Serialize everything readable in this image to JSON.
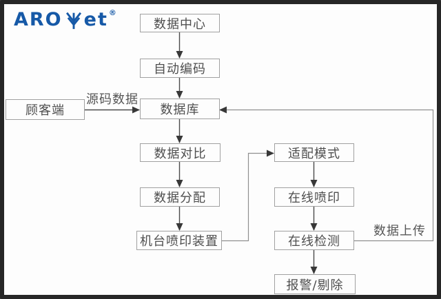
{
  "logo": {
    "part1": "ARO",
    "part2": "et",
    "registered": "®"
  },
  "nodes": [
    {
      "id": "data-center",
      "label": "数据中心"
    },
    {
      "id": "auto-encoding",
      "label": "自动编码"
    },
    {
      "id": "customer-side",
      "label": "顾客端"
    },
    {
      "id": "database",
      "label": "数据库"
    },
    {
      "id": "data-comparison",
      "label": "数据对比"
    },
    {
      "id": "data-distribution",
      "label": "数据分配"
    },
    {
      "id": "machine-print-device",
      "label": "机台喷印装置"
    },
    {
      "id": "adaptation-mode",
      "label": "适配模式"
    },
    {
      "id": "online-printing",
      "label": "在线喷印"
    },
    {
      "id": "online-detection",
      "label": "在线检测"
    },
    {
      "id": "alarm-reject",
      "label": "报警/剔除"
    }
  ],
  "edge_labels": [
    {
      "id": "source-code-data",
      "label": "源码数据"
    },
    {
      "id": "data-upload",
      "label": "数据上传"
    }
  ],
  "edges": [
    {
      "from": "data-center",
      "to": "auto-encoding"
    },
    {
      "from": "auto-encoding",
      "to": "database"
    },
    {
      "from": "customer-side",
      "to": "database",
      "label": "源码数据"
    },
    {
      "from": "database",
      "to": "data-comparison"
    },
    {
      "from": "data-comparison",
      "to": "data-distribution"
    },
    {
      "from": "data-distribution",
      "to": "machine-print-device"
    },
    {
      "from": "machine-print-device",
      "to": "adaptation-mode"
    },
    {
      "from": "adaptation-mode",
      "to": "online-printing"
    },
    {
      "from": "online-printing",
      "to": "online-detection"
    },
    {
      "from": "online-detection",
      "to": "alarm-reject"
    },
    {
      "from": "online-detection",
      "to": "database",
      "label": "数据上传"
    }
  ],
  "colors": {
    "brand_blue": "#1659a7",
    "box_border": "#a0a0a0",
    "text_gray": "#4e4e4e",
    "arrow_dark": "#3d3d3d",
    "wire_gray": "#8f8f8f",
    "frame_dark": "#272727"
  }
}
